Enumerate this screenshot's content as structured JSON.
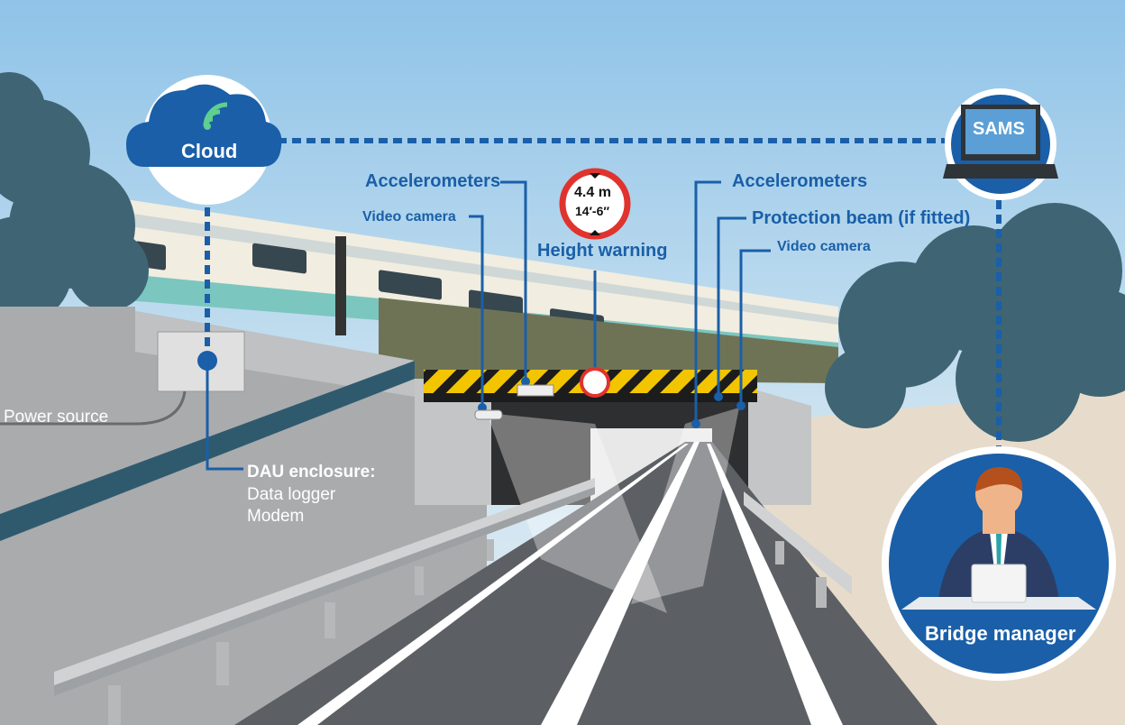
{
  "labels": {
    "cloud": "Cloud",
    "sams": "SAMS",
    "accelerometers_left": "Accelerometers",
    "accelerometers_right": "Accelerometers",
    "video_camera_left": "Video camera",
    "video_camera_right": "Video camera",
    "height_warning": "Height warning",
    "protection_beam": "Protection beam (if fitted)",
    "power_source": "Power source",
    "dau_title": "DAU enclosure:",
    "dau_line1": "Data logger",
    "dau_line2": "Modem",
    "bridge_manager": "Bridge manager"
  },
  "height_sign": {
    "metric": "4.4 m",
    "imperial": "14′-6″"
  },
  "colors": {
    "sky_top": "#8fc3e8",
    "sky_bottom": "#dcebf3",
    "accent_blue": "#1a5fa8",
    "road": "#5c5f63",
    "wall": "#a9abad",
    "hazard_yellow": "#f2c500",
    "tree": "#3f6474"
  },
  "icons": [
    "cloud-icon",
    "wifi-icon",
    "laptop-icon",
    "person-icon",
    "height-sign-icon",
    "camera-icon"
  ]
}
